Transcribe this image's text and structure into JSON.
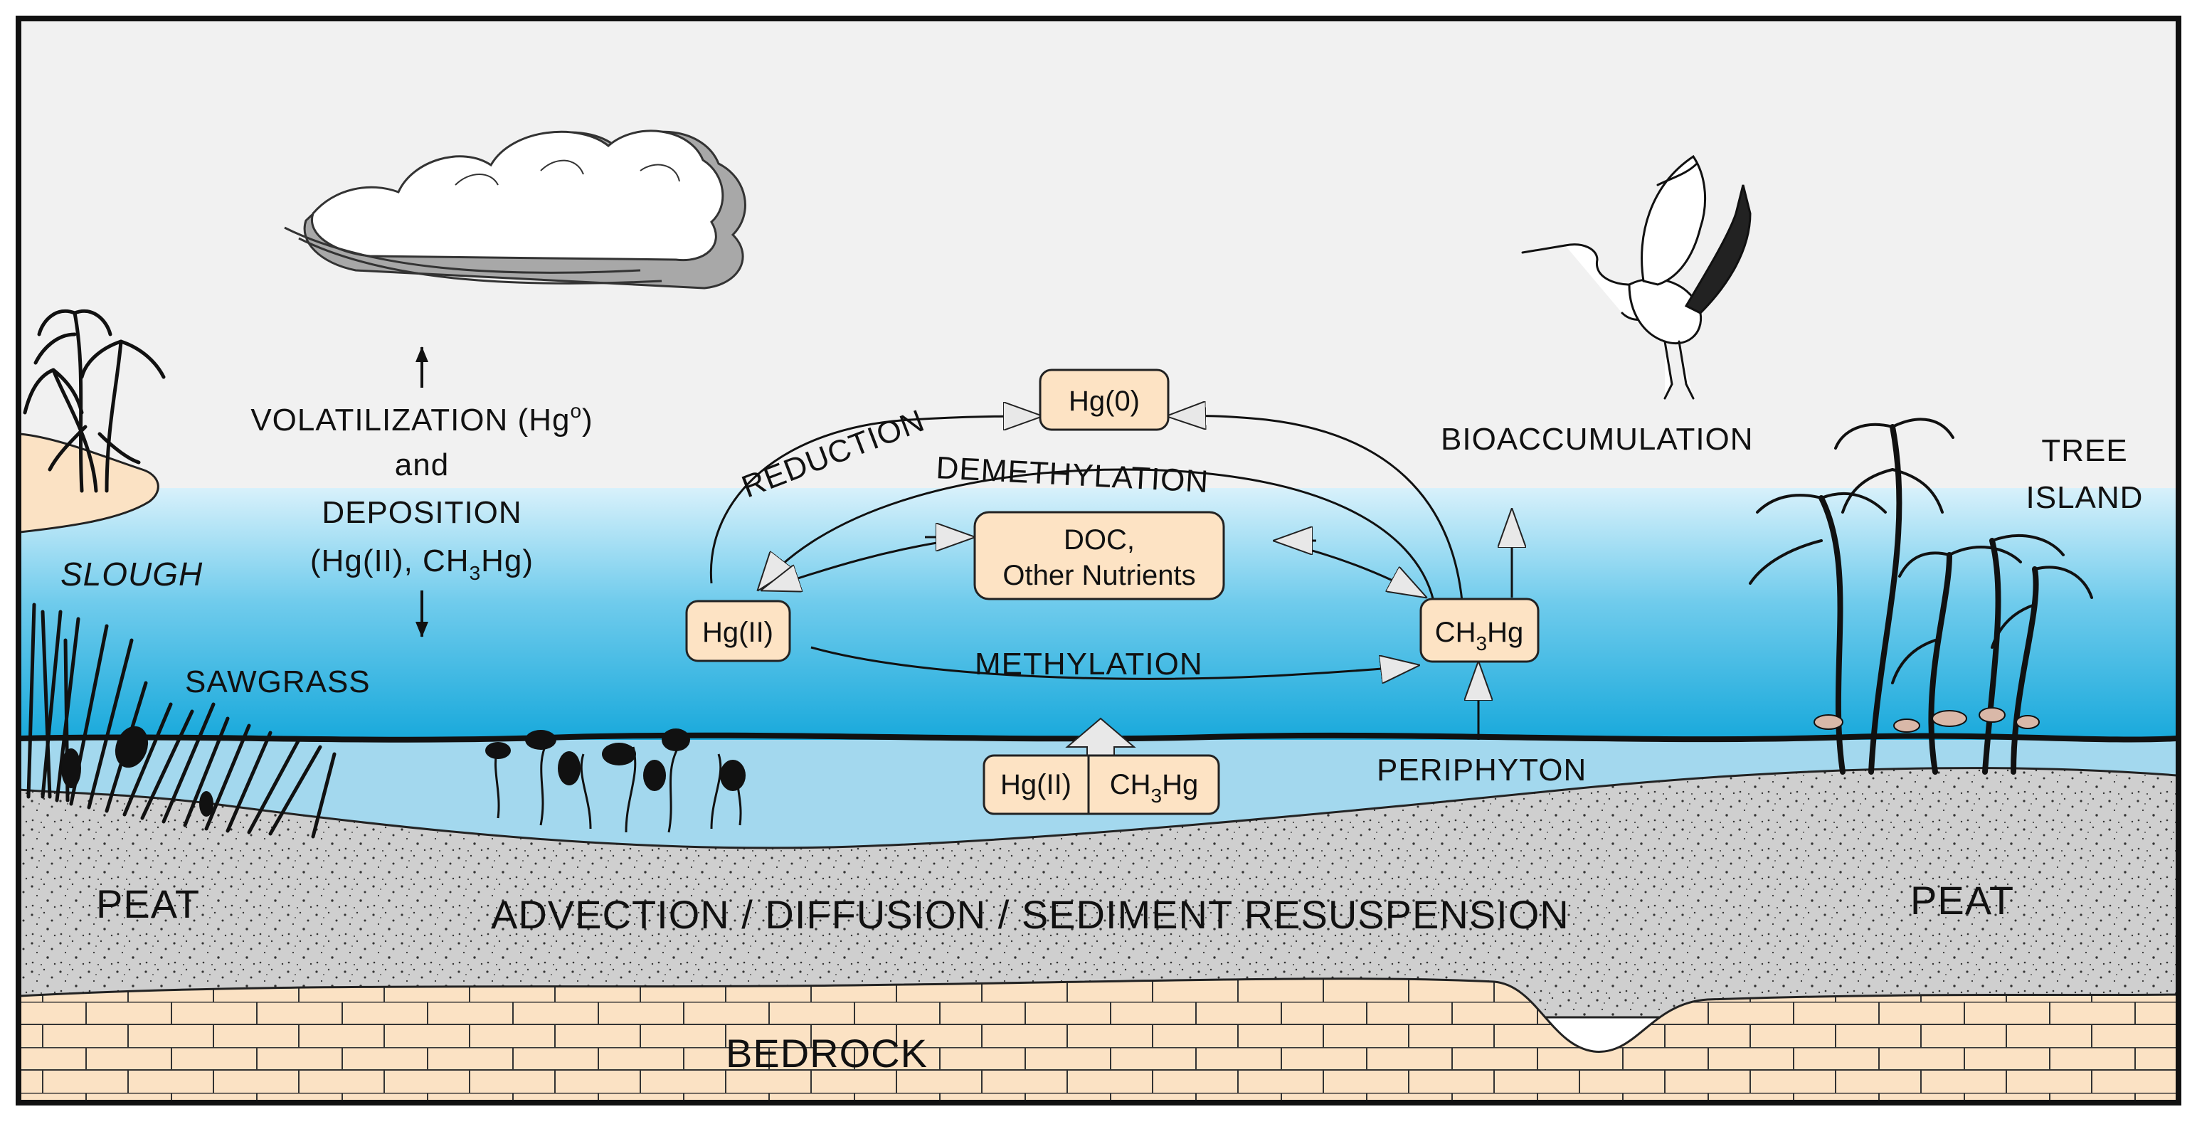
{
  "colors": {
    "sky": "#f1f1f1",
    "water_top": "#d8f1fb",
    "water_bottom": "#16a8db",
    "lower_water": "#a3d8ee",
    "peat": "#cfcfcf",
    "bedrock": "#fbe2c4",
    "species_box": "#fde3c4",
    "border": "#111111"
  },
  "labels": {
    "volatilization": "VOLATILIZATION (Hg",
    "volatilization_sup": "o",
    "volatilization_end": ")",
    "and": "and",
    "deposition": "DEPOSITION",
    "deposition_species_a": "(Hg(II), CH",
    "deposition_species_sub": "3",
    "deposition_species_b": "Hg)",
    "slough": "SLOUGH",
    "sawgrass": "SAWGRASS",
    "reduction": "REDUCTION",
    "demethylation": "DEMETHYLATION",
    "methylation": "METHYLATION",
    "bioaccumulation": "BIOACCUMULATION",
    "tree_island_1": "TREE",
    "tree_island_2": "ISLAND",
    "periphyton": "PERIPHYTON",
    "peat_left": "PEAT",
    "peat_right": "PEAT",
    "transport": "ADVECTION / DIFFUSION / SEDIMENT RESUSPENSION",
    "bedrock": "BEDROCK"
  },
  "boxes": {
    "hg0": "Hg(0)",
    "doc_line1": "DOC,",
    "doc_line2": "Other Nutrients",
    "hg2": "Hg(II)",
    "ch3hg_a": "CH",
    "ch3hg_sub": "3",
    "ch3hg_b": "Hg",
    "sed_hg2": "Hg(II)",
    "sed_ch3hg_a": "CH",
    "sed_ch3hg_sub": "3",
    "sed_ch3hg_b": "Hg"
  },
  "icons": [
    "cloud-icon",
    "heron-icon",
    "tree-icon",
    "sawgrass-icon",
    "aquatic-plant-icon"
  ]
}
